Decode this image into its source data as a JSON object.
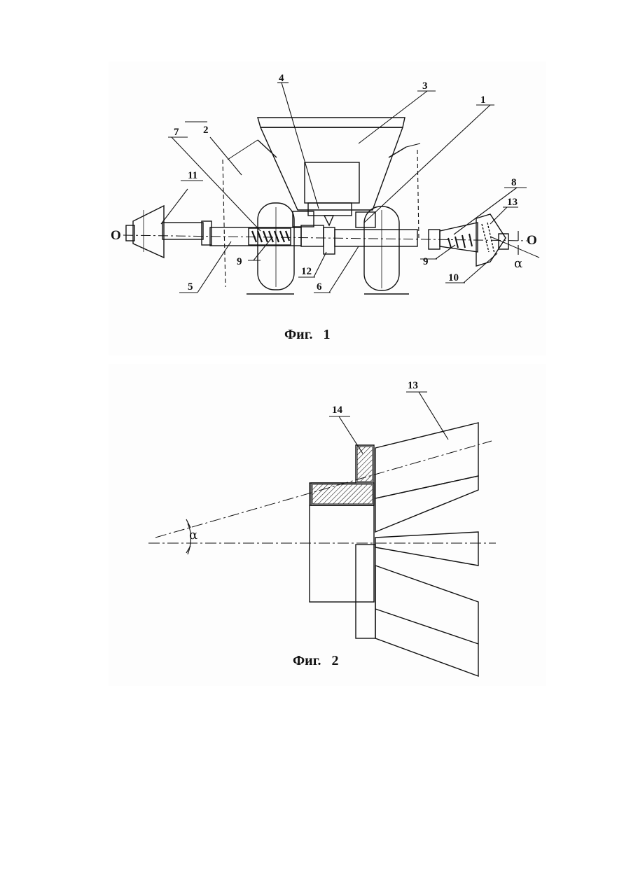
{
  "figure1": {
    "caption": "Фиг.   1",
    "axis_labels": {
      "left": "O",
      "right": "O"
    },
    "angle_label": "α",
    "callouts": {
      "c1": "1",
      "c2": "2",
      "c3": "3",
      "c4": "4",
      "c5": "5",
      "c6": "6",
      "c7": "7",
      "c8": "8",
      "c9a": "9",
      "c9b": "9",
      "c10": "10",
      "c11": "11",
      "c12": "12",
      "c13": "13"
    }
  },
  "figure2": {
    "caption": "Фиг.   2",
    "angle_label": "α",
    "callouts": {
      "c13": "13",
      "c14": "14"
    }
  }
}
